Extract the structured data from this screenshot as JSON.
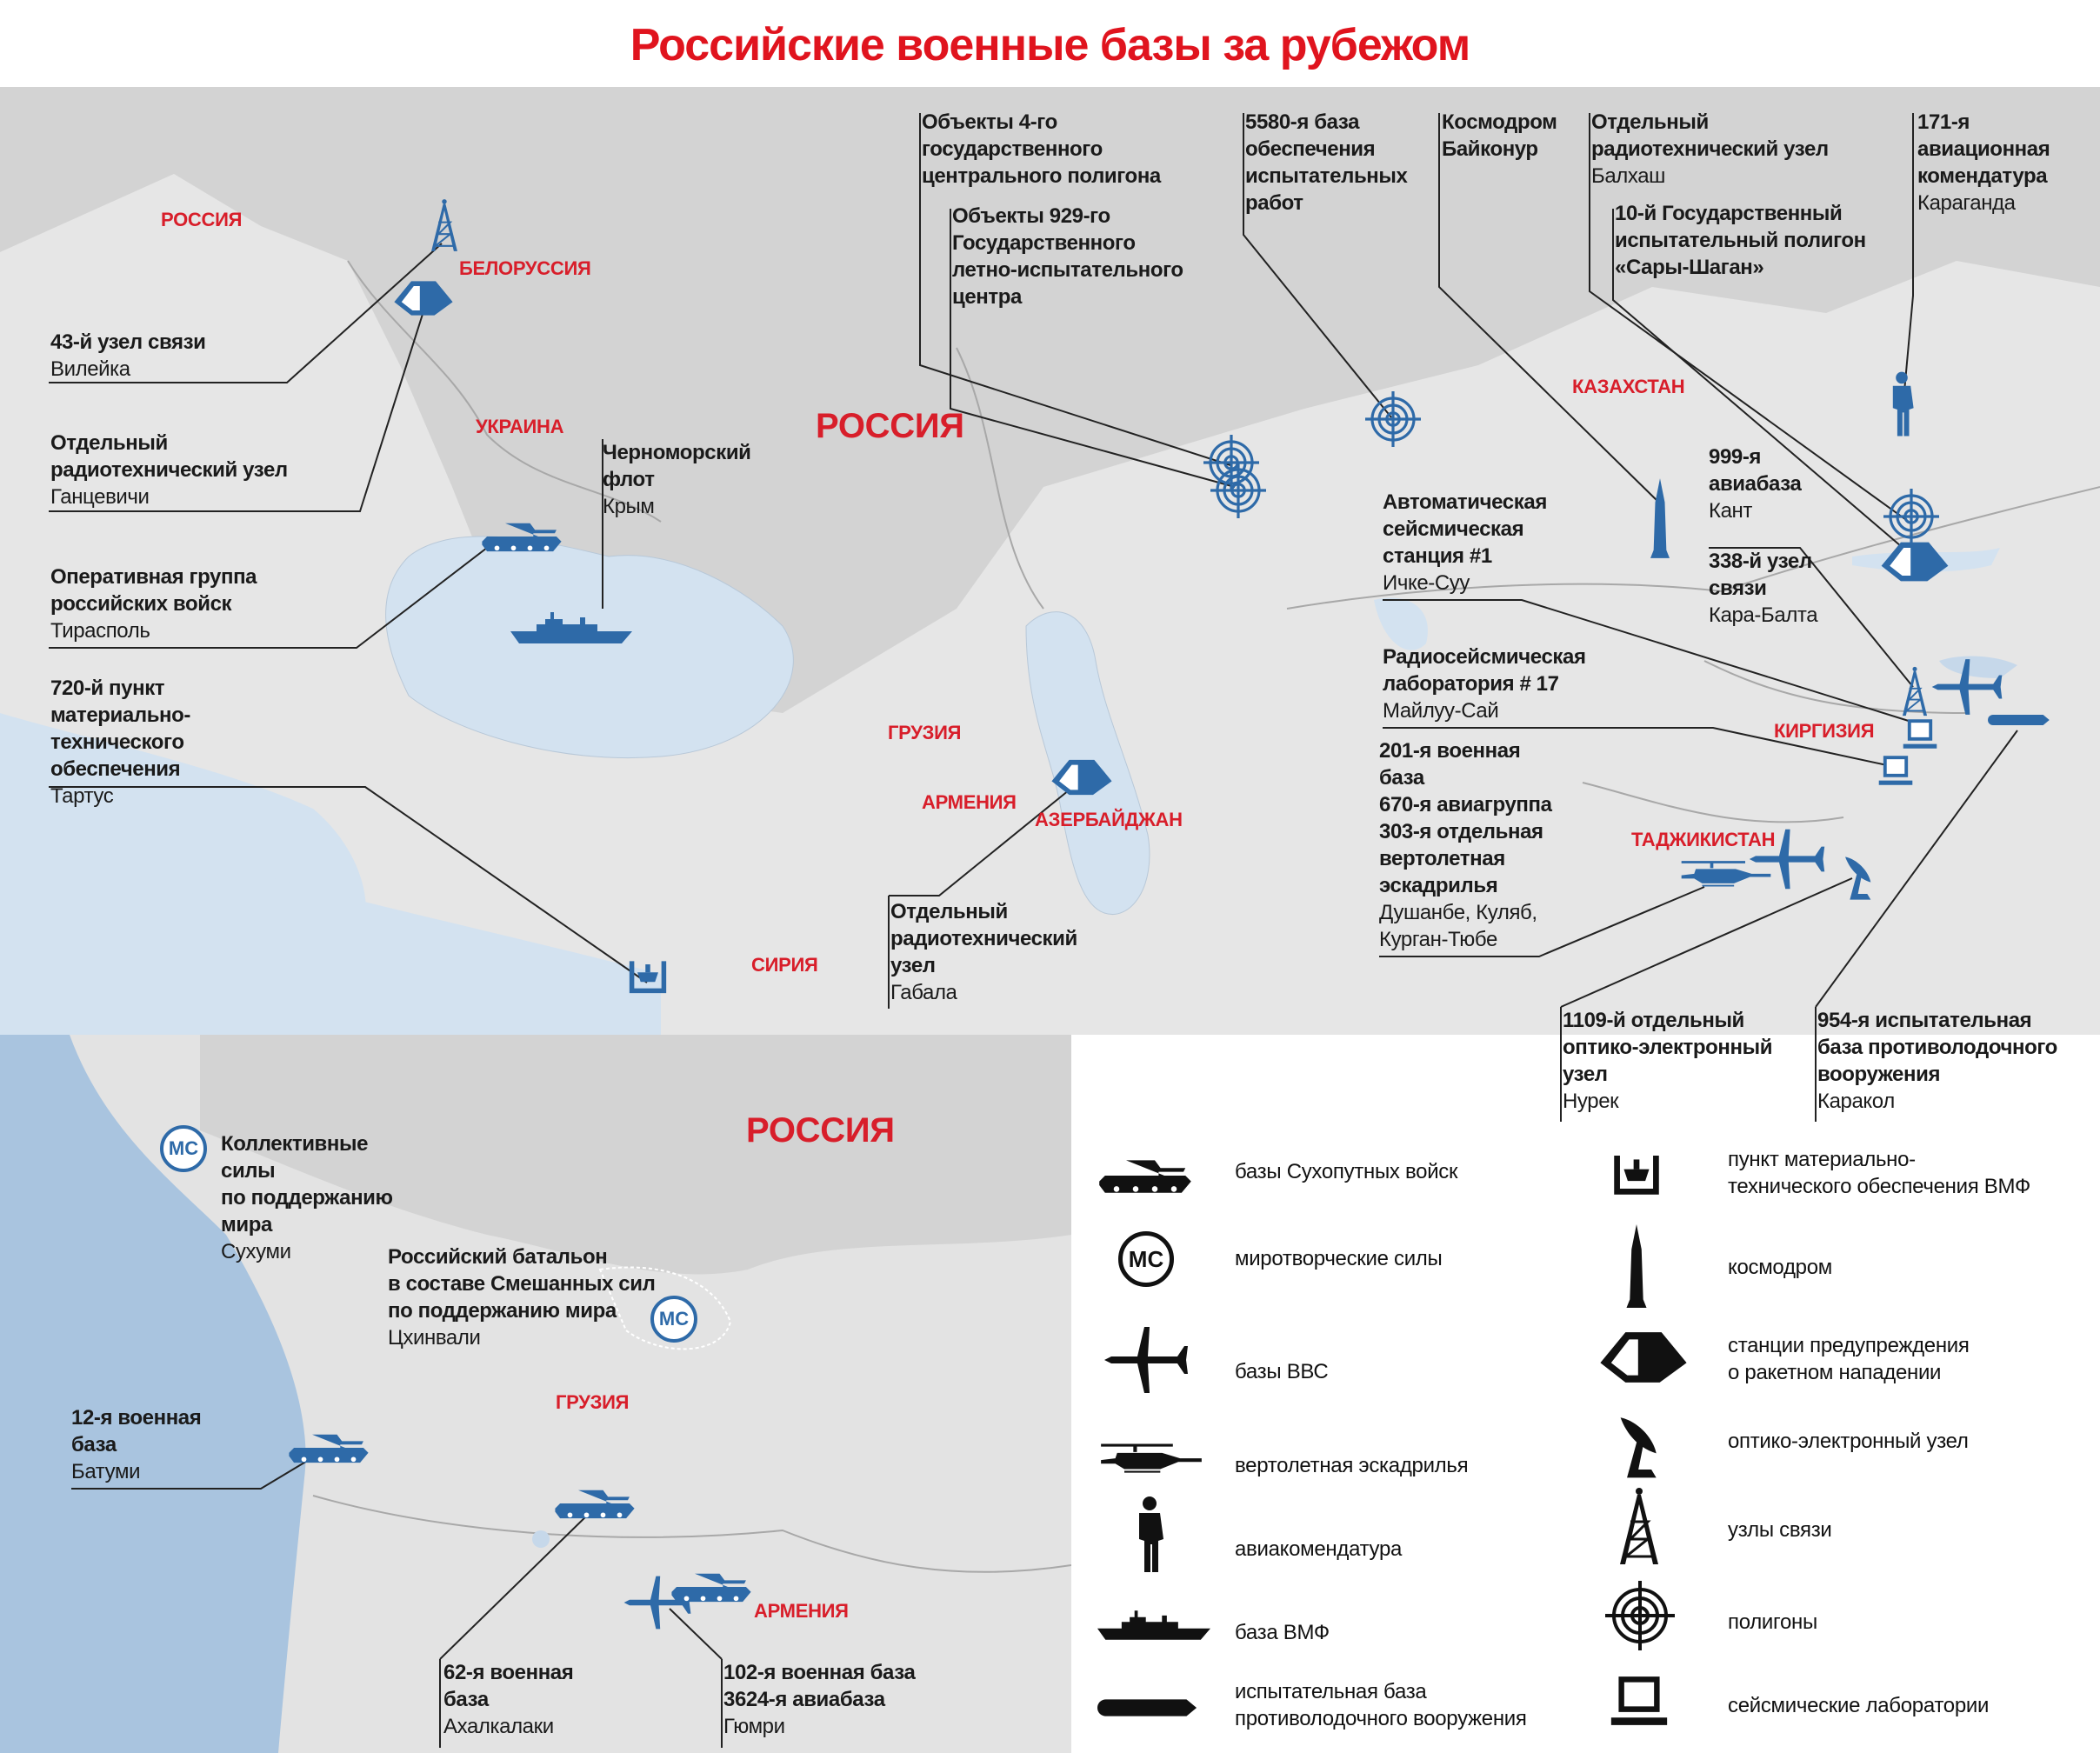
{
  "title": "Российские военные базы за рубежом",
  "colors": {
    "accent": "#e0141e",
    "icon": "#2e6aa8",
    "sea": "#d3e2f0",
    "land": "#e6e6e6",
    "russia": "#d3d3d3"
  },
  "countries": {
    "russia_small": "РОССИЯ",
    "belarus": "БЕЛОРУССИЯ",
    "ukraine": "УКРАИНА",
    "russia_big": "РОССИЯ",
    "kazakhstan": "КАЗАХСТАН",
    "georgia": "ГРУЗИЯ",
    "armenia": "АРМЕНИЯ",
    "azerbaijan": "АЗЕРБАЙДЖАН",
    "syria": "СИРИЯ",
    "kyrgyzstan": "КИРГИЗИЯ",
    "tajikistan": "ТАДЖИКИСТАН",
    "inset_russia": "РОССИЯ",
    "inset_georgia": "ГРУЗИЯ",
    "inset_armenia": "АРМЕНИЯ"
  },
  "callouts": [
    {
      "title": "43-й узел связи",
      "place": "Вилейка"
    },
    {
      "title": "Отдельный\nрадиотехнический узел",
      "place": "Ганцевичи"
    },
    {
      "title": "Оперативная группа\nроссийских войск",
      "place": "Тирасполь"
    },
    {
      "title": "720-й пункт\nматериально-\nтехнического\nобеспечения",
      "place": "Тартус"
    },
    {
      "title": "Черноморский\nфлот",
      "place": "Крым"
    },
    {
      "title": "Объекты 4-го\nгосударственного\nцентрального полигона",
      "place": ""
    },
    {
      "title": "Объекты 929-го\nГосударственного\nлетно-испытательного\nцентра",
      "place": ""
    },
    {
      "title": "5580-я база\nобеспечения\nиспытательных\nработ",
      "place": ""
    },
    {
      "title": "Космодром\nБайконур",
      "place": ""
    },
    {
      "title": "Отдельный\nрадиотехнический узел",
      "place": "Балхаш"
    },
    {
      "title": "10-й Государственный\nиспытательный полигон\n«Сары-Шаган»",
      "place": ""
    },
    {
      "title": "171-я\nавиационная\nкомендатура",
      "place": "Караганда"
    },
    {
      "title": "999-я\nавиабаза",
      "place": "Кант"
    },
    {
      "title": "338-й узел\nсвязи",
      "place": "Кара-Балта"
    },
    {
      "title": "Автоматическая\nсейсмическая\nстанция #1",
      "place": "Ичке-Суу"
    },
    {
      "title": "Радиосейсмическая\nлаборатория # 17",
      "place": "Майлуу-Сай"
    },
    {
      "title": "201-я военная\nбаза\n670-я авиагруппа\n303-я отдельная\nвертолетная\nэскадрилья",
      "place": "Душанбе, Куляб,\nКурган-Тюбе"
    },
    {
      "title": "Отдельный\nрадиотехнический\nузел",
      "place": "Габала"
    },
    {
      "title": "1109-й отдельный\nоптико-электронный\nузел",
      "place": "Нурек"
    },
    {
      "title": "954-я испытательная\nбаза противолодочного\nвооружения",
      "place": "Каракол"
    },
    {
      "title": "Коллективные\nсилы\nпо поддержанию\nмира",
      "place": "Сухуми"
    },
    {
      "title": "Российский батальон\nв составе Смешанных сил\nпо поддержанию мира",
      "place": "Цхинвали"
    },
    {
      "title": "12-я военная\nбаза",
      "place": "Батуми"
    },
    {
      "title": "62-я военная\nбаза",
      "place": "Ахалкалаки"
    },
    {
      "title": "102-я военная база\n3624-я авиабаза",
      "place": "Гюмри"
    }
  ],
  "mc_label": "МС",
  "legend": [
    {
      "icon": "tank-icon",
      "label": "базы Сухопутных войск"
    },
    {
      "icon": "peacekeeping-icon",
      "label": "миротворческие силы"
    },
    {
      "icon": "jet-icon",
      "label": "базы ВВС"
    },
    {
      "icon": "helicopter-icon",
      "label": "вертолетная эскадрилья"
    },
    {
      "icon": "soldier-icon",
      "label": "авиакомендатура"
    },
    {
      "icon": "warship-icon",
      "label": "база ВМФ"
    },
    {
      "icon": "torpedo-icon",
      "label": "испытательная база\nпротиволодочного вооружения"
    },
    {
      "icon": "naval-supply-icon",
      "label": "пункт материально-\nтехнического обеспечения ВМФ"
    },
    {
      "icon": "rocket-icon",
      "label": "космодром"
    },
    {
      "icon": "radar-station-icon",
      "label": "станции предупреждения\nо ракетном нападении"
    },
    {
      "icon": "satellite-dish-icon",
      "label": "оптико-электронный узел"
    },
    {
      "icon": "radio-tower-icon",
      "label": "узлы связи"
    },
    {
      "icon": "target-icon",
      "label": "полигоны"
    },
    {
      "icon": "monitor-icon",
      "label": "сейсмические лаборатории"
    }
  ]
}
